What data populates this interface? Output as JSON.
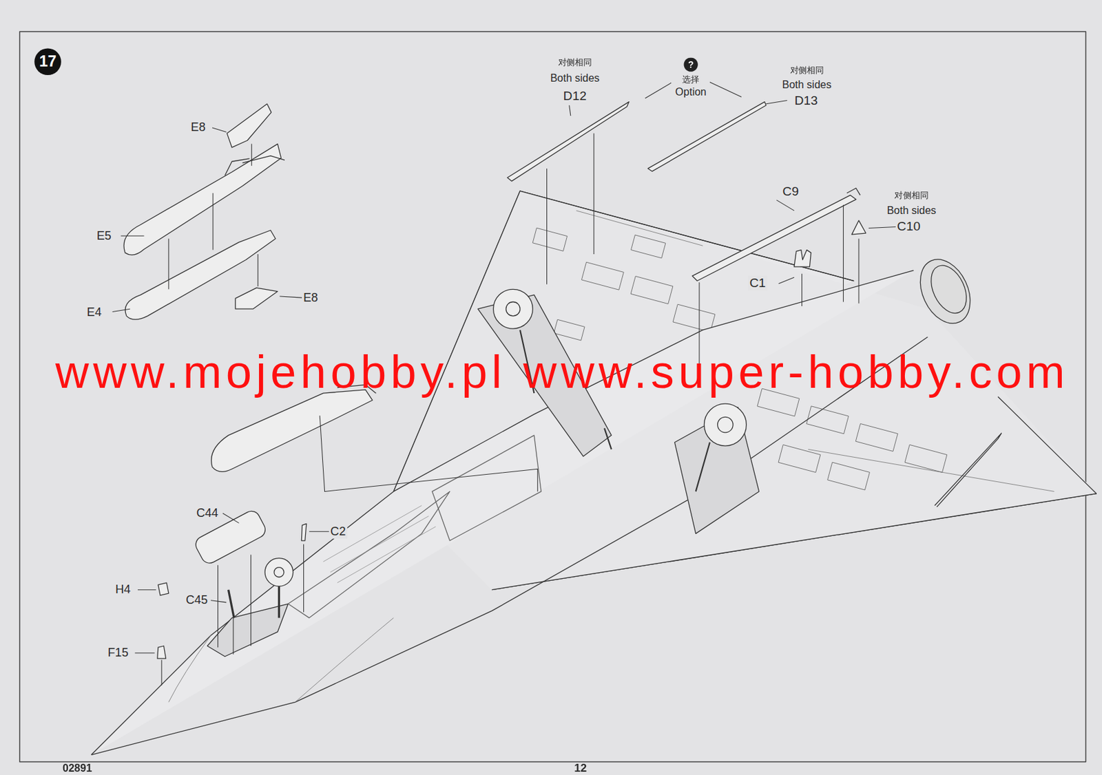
{
  "diagram": {
    "nodes": [
      {
        "text": [
          "17"
        ]
      },
      {
        "text": [
          "?"
        ]
      }
    ],
    "labels": [
      "对侧相同",
      "Both sides",
      "D12",
      "选择",
      "Option",
      "对侧相同",
      "Both sides",
      "D13",
      "C9",
      "对侧相同",
      "Both sides",
      "C10",
      "C1",
      "E8",
      "E5",
      "E4",
      "E8",
      "C44",
      "C2",
      "H4",
      "C45",
      "F15",
      "www.mojehobby.pl www.super-hobby.com",
      "02891",
      "12"
    ]
  }
}
